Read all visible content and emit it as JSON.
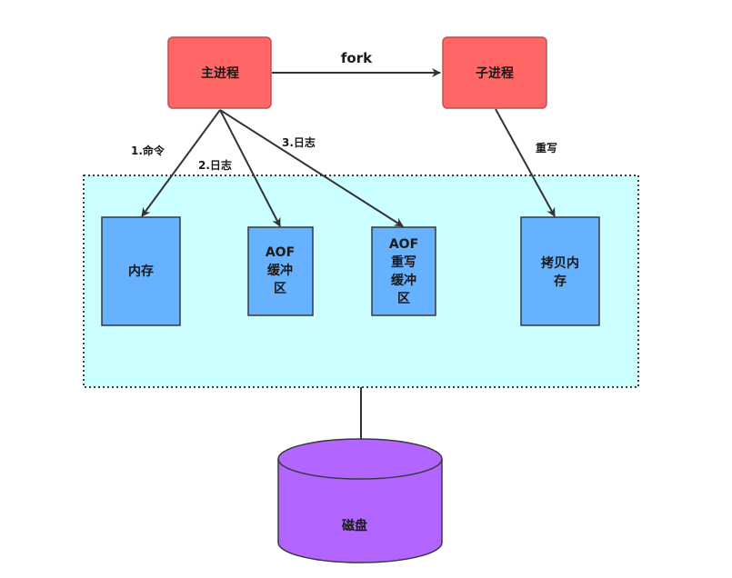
{
  "nodes": {
    "main_process": "主进程",
    "child_process": "子进程",
    "memory": "内存",
    "aof_buffer": [
      "AOF",
      "缓冲",
      "区"
    ],
    "aof_rewrite_buffer": [
      "AOF",
      "重写",
      "缓冲",
      "区"
    ],
    "copy_memory": [
      "拷贝内",
      "存"
    ],
    "disk": "磁盘"
  },
  "edges": {
    "fork": "fork",
    "command": "1.命令",
    "log2": "2.日志",
    "log3": "3.日志",
    "rewrite": "重写"
  },
  "colors": {
    "process_fill": "#ff6666",
    "process_stroke": "#b85450",
    "buffer_fill": "#66b2ff",
    "buffer_stroke": "#36393d",
    "region_fill": "#ccffff",
    "disk_fill": "#b266ff",
    "disk_stroke": "#36393d",
    "line": "#333333"
  }
}
